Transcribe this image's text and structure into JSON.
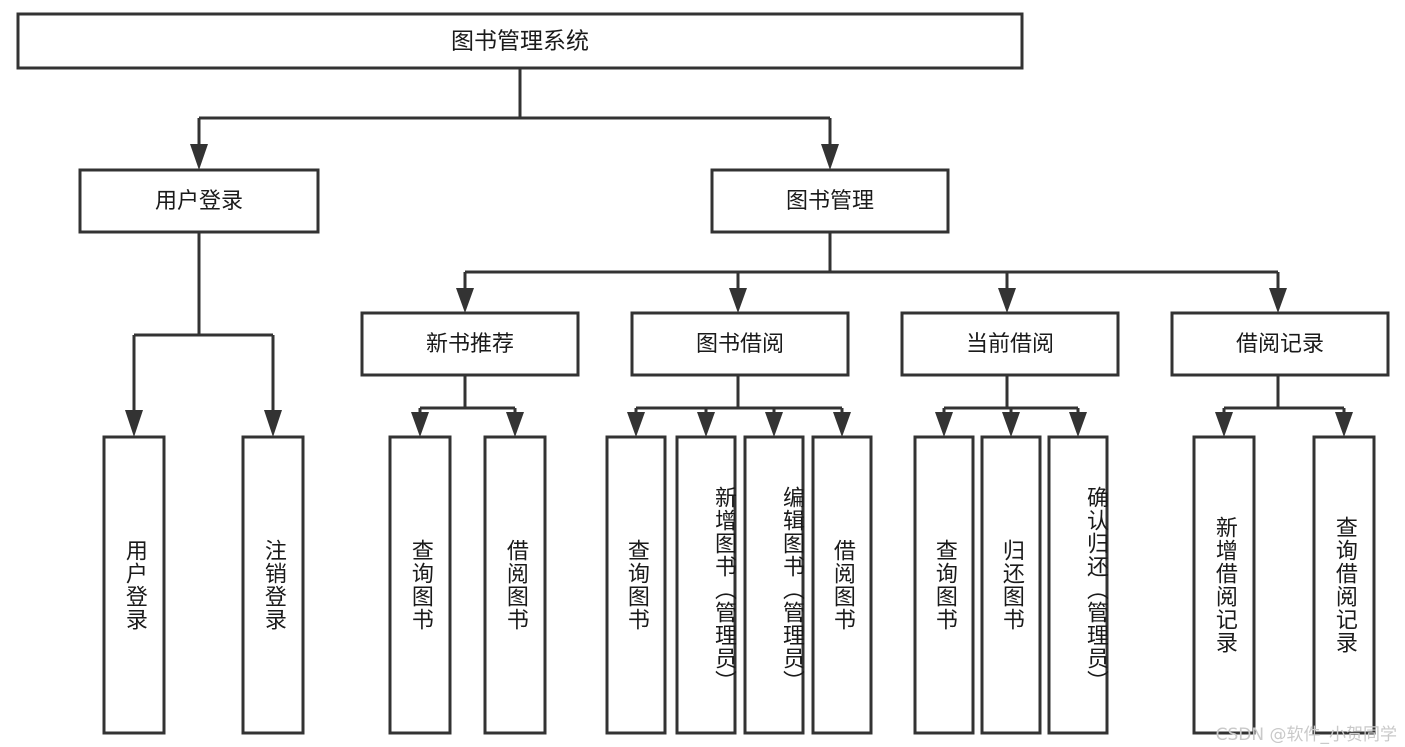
{
  "diagram": {
    "title_node": {
      "label": "图书管理系统"
    },
    "level2": [
      {
        "label": "用户登录"
      },
      {
        "label": "图书管理"
      }
    ],
    "level3": [
      {
        "label": "新书推荐"
      },
      {
        "label": "图书借阅"
      },
      {
        "label": "当前借阅"
      },
      {
        "label": "借阅记录"
      }
    ],
    "leaves": {
      "user_login": [
        {
          "label": "用户登录"
        },
        {
          "label": "注销登录"
        }
      ],
      "new_book_recommend": [
        {
          "label": "查询图书"
        },
        {
          "label": "借阅图书"
        }
      ],
      "book_borrow": [
        {
          "label": "查询图书"
        },
        {
          "label": "新增图书（管理员）"
        },
        {
          "label": "编辑图书（管理员）"
        },
        {
          "label": "借阅图书"
        }
      ],
      "current_borrow": [
        {
          "label": "查询图书"
        },
        {
          "label": "归还图书"
        },
        {
          "label": "确认归还（管理员）"
        }
      ],
      "borrow_record": [
        {
          "label": "新增借阅记录"
        },
        {
          "label": "查询借阅记录"
        }
      ]
    }
  },
  "watermark": {
    "text": "CSDN @软件_小贺同学"
  },
  "colors": {
    "box_stroke": "#333333",
    "box_fill": "#ffffff",
    "text": "#1a1a1a",
    "watermark": "#c9c9c9",
    "background": "#ffffff"
  }
}
